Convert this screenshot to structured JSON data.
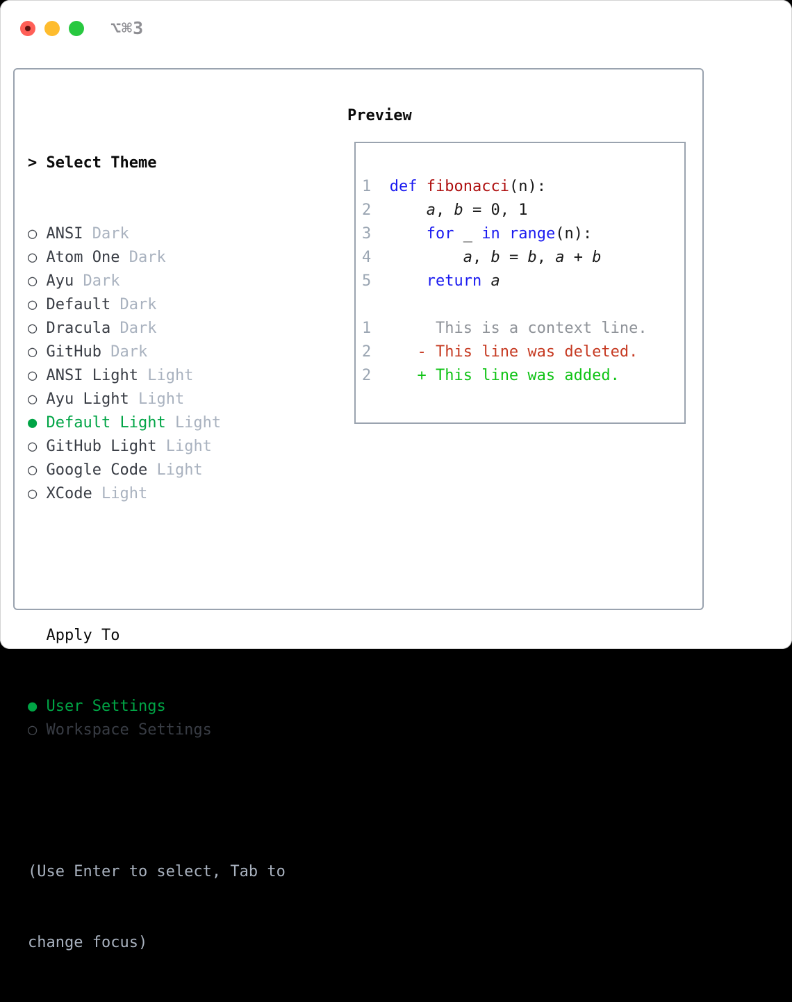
{
  "titlebar": {
    "title": "⌥⌘3",
    "close_label": "close",
    "minimize_label": "minimize",
    "zoom_label": "zoom"
  },
  "left_panel": {
    "header": {
      "prompt": ">",
      "label": "Select Theme"
    },
    "marker_unselected": "○",
    "marker_selected": "●",
    "themes": [
      {
        "name": "ANSI",
        "variant": "Dark",
        "selected": false
      },
      {
        "name": "Atom One",
        "variant": "Dark",
        "selected": false
      },
      {
        "name": "Ayu",
        "variant": "Dark",
        "selected": false
      },
      {
        "name": "Default",
        "variant": "Dark",
        "selected": false
      },
      {
        "name": "Dracula",
        "variant": "Dark",
        "selected": false
      },
      {
        "name": "GitHub",
        "variant": "Dark",
        "selected": false
      },
      {
        "name": "ANSI Light",
        "variant": "Light",
        "selected": false
      },
      {
        "name": "Ayu Light",
        "variant": "Light",
        "selected": false
      },
      {
        "name": "Default Light",
        "variant": "Light",
        "selected": true
      },
      {
        "name": "GitHub Light",
        "variant": "Light",
        "selected": false
      },
      {
        "name": "Google Code",
        "variant": "Light",
        "selected": false
      },
      {
        "name": "XCode",
        "variant": "Light",
        "selected": false
      }
    ],
    "apply_to": {
      "label": "Apply To",
      "options": [
        {
          "name": "User Settings",
          "selected": true
        },
        {
          "name": "Workspace Settings",
          "selected": false
        }
      ]
    },
    "help_lines": [
      "(Use Enter to select, Tab to",
      "change focus)"
    ]
  },
  "preview": {
    "header": "Preview",
    "code_lines": [
      {
        "num": "1",
        "segments": [
          [
            "kw",
            "def"
          ],
          [
            "pl",
            " "
          ],
          [
            "fn",
            "fibonacci"
          ],
          [
            "pl",
            "(n):"
          ]
        ]
      },
      {
        "num": "2",
        "segments": [
          [
            "pl",
            "    "
          ],
          [
            "var",
            "a"
          ],
          [
            "pl",
            ", "
          ],
          [
            "var",
            "b"
          ],
          [
            "pl",
            " = 0, 1"
          ]
        ]
      },
      {
        "num": "3",
        "segments": [
          [
            "pl",
            "    "
          ],
          [
            "kw",
            "for"
          ],
          [
            "pl",
            " _ "
          ],
          [
            "kw",
            "in"
          ],
          [
            "pl",
            " "
          ],
          [
            "kw",
            "range"
          ],
          [
            "pl",
            "(n):"
          ]
        ]
      },
      {
        "num": "4",
        "segments": [
          [
            "pl",
            "        "
          ],
          [
            "var",
            "a"
          ],
          [
            "pl",
            ", "
          ],
          [
            "var",
            "b"
          ],
          [
            "pl",
            " = "
          ],
          [
            "var",
            "b"
          ],
          [
            "pl",
            ", "
          ],
          [
            "var",
            "a"
          ],
          [
            "pl",
            " + "
          ],
          [
            "var",
            "b"
          ]
        ]
      },
      {
        "num": "5",
        "segments": [
          [
            "pl",
            "    "
          ],
          [
            "kw",
            "return"
          ],
          [
            "pl",
            " "
          ],
          [
            "var",
            "a"
          ]
        ]
      },
      {
        "num": "",
        "segments": []
      },
      {
        "num": "1",
        "segments": [
          [
            "ctx",
            "     This is a context line."
          ]
        ]
      },
      {
        "num": "2",
        "segments": [
          [
            "del",
            "   - This line was deleted."
          ]
        ]
      },
      {
        "num": "2",
        "segments": [
          [
            "add",
            "   + This line was added."
          ]
        ]
      }
    ]
  },
  "colors": {
    "page_bg": "#000000",
    "window_bg": "#ffffff",
    "panel_border": "#9aa3af",
    "traffic_red": "#ff5f57",
    "traffic_red_dot": "#5f1210",
    "traffic_yellow": "#febc2e",
    "traffic_green": "#28c840",
    "title_gray": "#8e8e93",
    "header_black": "#0a0a0a",
    "item_text": "#383c44",
    "marker_gray": "#44484f",
    "muted_gray": "#a9b2bf",
    "selected_green": "#00a445",
    "line_number": "#9aa5b2",
    "keyword_blue": "#1a1af0",
    "function_red": "#ae0e0e",
    "code_plain": "#1a1a1a",
    "context_gray": "#8f9399",
    "deleted_red": "#c63a22",
    "added_green": "#0fc315"
  }
}
